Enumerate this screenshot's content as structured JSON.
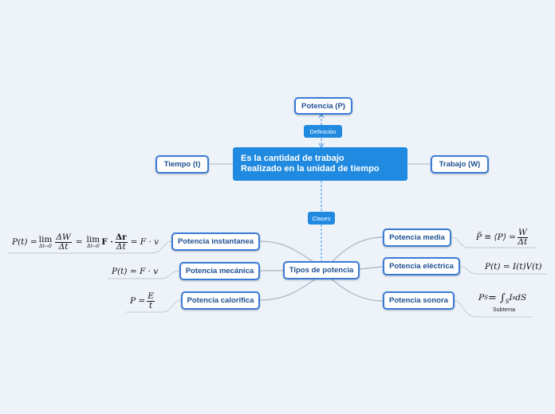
{
  "central": {
    "line1": "Es la cantidad de trabajo",
    "line2": "Realizado en la unidad de tiempo"
  },
  "nodes": {
    "potencia_p": "Potencia (P)",
    "tiempo": "Tiempo (t)",
    "trabajo": "Trabajo (W)",
    "tipos": "Tipos de potencia",
    "instantanea": "Potencia instantanea",
    "mecanica": "Potencia mecánica",
    "calorifica": "Potencia calorifica",
    "media": "Potencia media",
    "electrica": "Potencia eléctrica",
    "sonora": "Potencia sonora"
  },
  "labels": {
    "definicion": "Definición",
    "clases": "Clases"
  },
  "formulas": {
    "instantanea": {
      "lhs": "P(t) = ",
      "lim": "lim",
      "lim_sub": "Δt→0",
      "f1_num": "ΔW",
      "f1_den": "Δt",
      "eq": "=",
      "f_bold": "F ·",
      "f2_num": "Δr",
      "f2_den": "Δt",
      "rhs": "= F · v"
    },
    "mecanica": "P(t) = F · v",
    "calorifica": {
      "lhs": "P =",
      "num": "E",
      "den": "t"
    },
    "media": {
      "lhs": "P̄ ≡ ⟨P⟩ =",
      "num": "W",
      "den": "Δt"
    },
    "electrica": "P(t) = I(t)V(t)",
    "sonora": {
      "lhs": "P",
      "sub": "S",
      "mid": " = ∫",
      "int_sub": "S",
      "rhs": " I",
      "rhs_sub": "s",
      "tail": " dS"
    }
  },
  "subtopic": "Subtema",
  "colors": {
    "background": "#eef3fa",
    "central": "#1f8ae0",
    "node_border": "#3a7bd5",
    "node_text": "#1d4f91",
    "connector": "#a8b4c4",
    "dashed": "#3a8fe0"
  }
}
